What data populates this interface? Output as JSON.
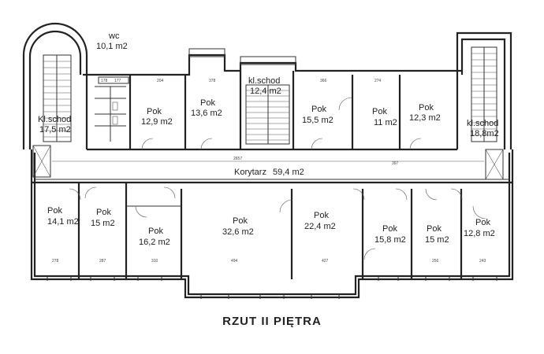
{
  "title": "RZUT II PIĘTRA",
  "rooms": [
    {
      "id": "stair-left",
      "name": "Kl.schod",
      "area": "17,5 m2"
    },
    {
      "id": "wc",
      "name": "wc",
      "area": "10,1 m2"
    },
    {
      "id": "pok-top-1",
      "name": "Pok",
      "area": "12,9 m2"
    },
    {
      "id": "pok-top-2",
      "name": "Pok",
      "area": "13,6 m2"
    },
    {
      "id": "stair-center",
      "name": "kl.schod",
      "area": "12,4 m2"
    },
    {
      "id": "pok-top-3",
      "name": "Pok",
      "area": "15,5 m2"
    },
    {
      "id": "pok-top-4",
      "name": "Pok",
      "area": "11 m2"
    },
    {
      "id": "pok-top-5",
      "name": "Pok",
      "area": "12,3 m2"
    },
    {
      "id": "stair-right",
      "name": "kl.schod",
      "area": "18,8m2"
    },
    {
      "id": "corridor",
      "name": "Korytarz",
      "area": "59,4 m2"
    },
    {
      "id": "pok-bot-1",
      "name": "Pok",
      "area": "14,1 m2"
    },
    {
      "id": "pok-bot-2",
      "name": "Pok",
      "area": "15  m2"
    },
    {
      "id": "pok-bot-3",
      "name": "Pok",
      "area": "16,2 m2"
    },
    {
      "id": "pok-bot-4",
      "name": "Pok",
      "area": "32,6 m2"
    },
    {
      "id": "pok-bot-5",
      "name": "Pok",
      "area": "22,4 m2"
    },
    {
      "id": "pok-bot-6",
      "name": "Pok",
      "area": "15,8 m2"
    },
    {
      "id": "pok-bot-7",
      "name": "Pok",
      "area": "15 m2"
    },
    {
      "id": "pok-bot-8",
      "name": "Pok",
      "area": "12,8 m2"
    }
  ],
  "dimensions": {
    "d1": "178",
    "d2": "177",
    "d3": "204",
    "d4": "378",
    "d5": "366",
    "d6": "274",
    "d7": "2657",
    "d8": "397",
    "b1": "278",
    "b2": "287",
    "b3": "310",
    "b4": "494",
    "b5": "427",
    "b6": "256",
    "b7": "243"
  }
}
